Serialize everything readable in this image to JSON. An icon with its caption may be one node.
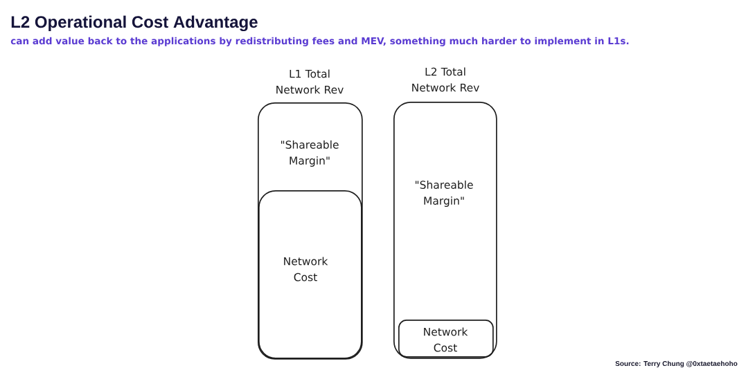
{
  "diagram": {
    "title": "L2 Operational Cost Advantage",
    "nodes": [
      {
        "text": [
          "L1 Total Network Rev",
          "\"Shareable Margin\""
        ]
      },
      {
        "text": [
          "Network Cost"
        ],
        "in": 0
      },
      {
        "text": [
          "L2 Total Network Rev",
          "\"Shareable Margin\""
        ]
      },
      {
        "text": [
          "Network Cost"
        ],
        "in": 2
      }
    ],
    "labels": [
      "can add value back to the applications by redistributing fees and MEV, something much harder to implement in L1s.",
      "Source: Terry Chung @0xtaetaehoho"
    ]
  }
}
